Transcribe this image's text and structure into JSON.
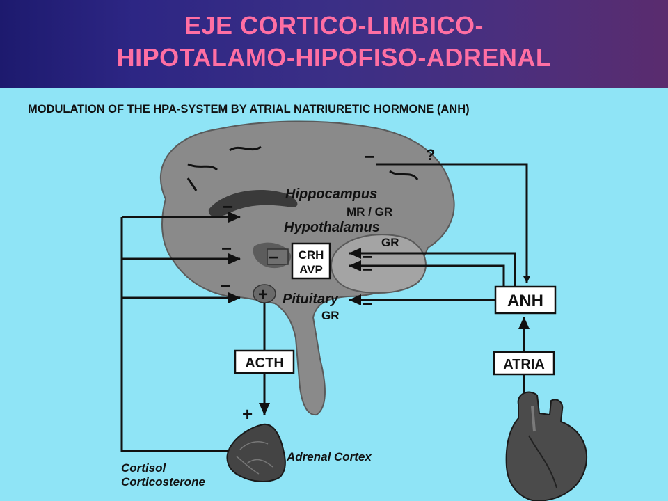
{
  "title": {
    "line1": "EJE CORTICO-LIMBICO-",
    "line2": "HIPOTALAMO-HIPOFISO-ADRENAL"
  },
  "diagram": {
    "subtitle": "MODULATION OF THE HPA-SYSTEM BY ATRIAL NATRIURETIC HORMONE (ANH)",
    "question_mark": "?",
    "hippocampus": "Hippocampus",
    "hippocampus_receptors": "MR / GR",
    "hypothalamus": "Hypothalamus",
    "hypothalamus_receptors": "GR",
    "crh": "CRH",
    "avp": "AVP",
    "pituitary": "Pituitary",
    "pituitary_receptors": "GR",
    "anh": "ANH",
    "acth": "ACTH",
    "atria": "ATRIA",
    "adrenal_cortex": "Adrenal Cortex",
    "cortisol": "Cortisol",
    "corticosterone": "Corticosterone",
    "minus": "−",
    "plus": "+"
  },
  "colors": {
    "title_text": "#ff6fa3",
    "panel_background": "#8fe4f6",
    "brain_fill": "#8a8a8a"
  }
}
